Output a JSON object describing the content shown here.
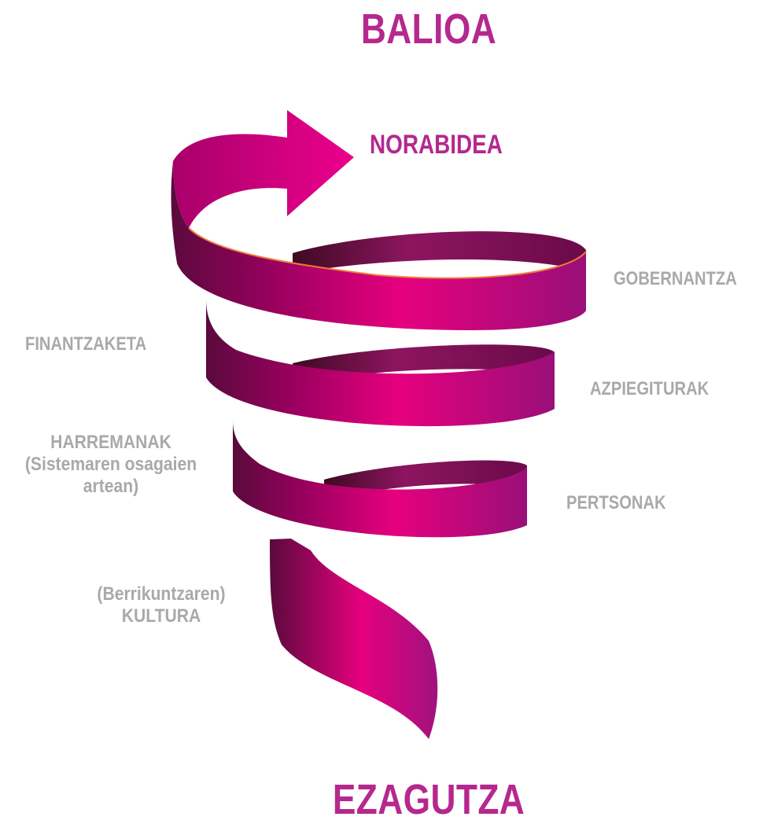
{
  "diagram": {
    "top_title": "BALIOA",
    "bottom_title": "EZAGUTZA",
    "arrow_label": "NORABIDEA",
    "right_labels": {
      "gobernantza": "GOBERNANTZA",
      "azpiegiturak": "AZPIEGITURAK",
      "pertsonak": "PERTSONAK"
    },
    "left_labels": {
      "finantzaketa": "FINANTZAKETA",
      "harremanak_line1": "HARREMANAK",
      "harremanak_line2": "(Sistemaren osagaien",
      "harremanak_line3": "artean)",
      "kultura_line1": "(Berrikuntzaren)",
      "kultura_line2": "KULTURA"
    }
  },
  "colors": {
    "title": "#b5288e",
    "label_gray": "#a9a9a9",
    "ribbon_bright": "#e6007e",
    "ribbon_dark": "#5a0a3c",
    "ribbon_edge": "#f07a3a"
  }
}
